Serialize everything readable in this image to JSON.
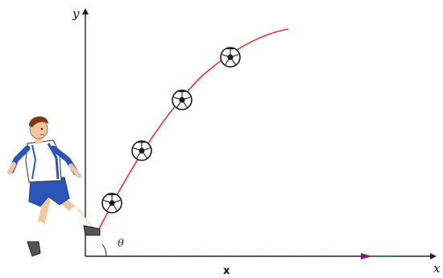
{
  "axes": {
    "y_label": "y",
    "x_label": "x",
    "displacement_label": "x",
    "angle_label": "θ"
  },
  "colors": {
    "trajectory": "#e8322d",
    "axis": "#222222",
    "displacement": "#7d1f6f",
    "ball_dark": "#1a1a1a",
    "shirt": "#ffffff",
    "shorts": "#2b55b8",
    "skin": "#f2c7a0",
    "hair": "#7a3b12"
  },
  "icons": {
    "ball": "soccer-ball-icon",
    "player": "soccer-player-icon"
  }
}
